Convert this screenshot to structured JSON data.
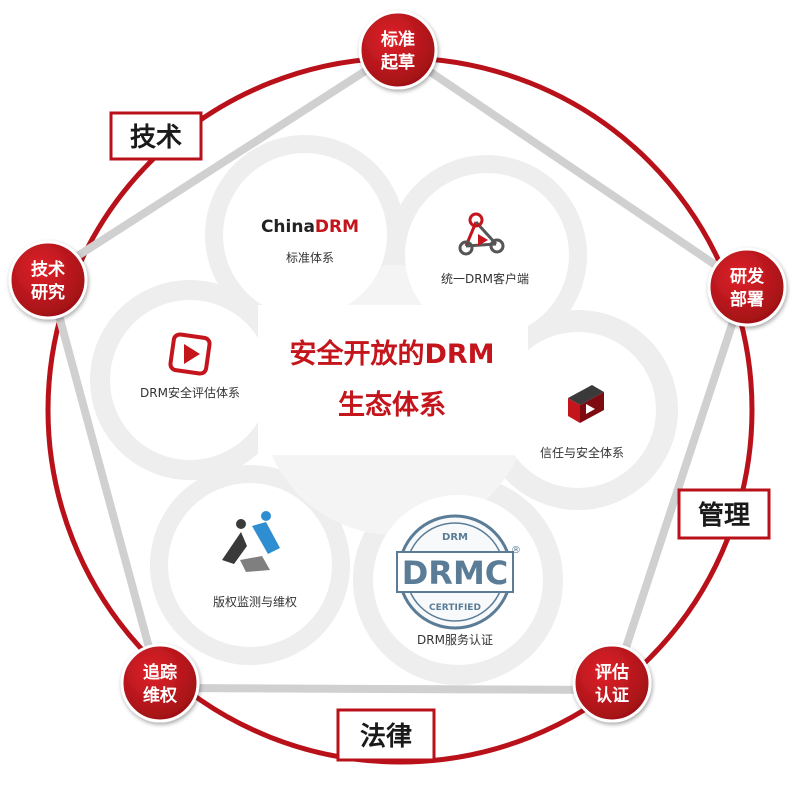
{
  "center": {
    "line1": "安全开放的DRM",
    "line2": "生态体系"
  },
  "nodes": [
    {
      "line1": "标准",
      "line2": "起草"
    },
    {
      "line1": "研发",
      "line2": "部署"
    },
    {
      "line1": "评估",
      "line2": "认证"
    },
    {
      "line1": "追踪",
      "line2": "维权"
    },
    {
      "line1": "技术",
      "line2": "研究"
    }
  ],
  "categories": {
    "tech": "技术",
    "management": "管理",
    "law": "法律"
  },
  "petals": {
    "standard": {
      "logo_prefix": "China",
      "logo_suffix": "DRM",
      "label": "标准体系"
    },
    "client": {
      "label": "统一DRM客户端"
    },
    "trust": {
      "label": "信任与安全体系"
    },
    "certification": {
      "badge_top": "DRM",
      "badge_main": "DRMC",
      "badge_reg": "®",
      "badge_bottom": "CERTIFIED",
      "label": "DRM服务认证"
    },
    "monitoring": {
      "label": "版权监测与维权"
    },
    "evaluation": {
      "label": "DRM安全评估体系"
    }
  },
  "colors": {
    "brand_red": "#c4151c",
    "dark_red": "#9b0f14",
    "petal_gray": "#ececec",
    "line_gray": "#cccccc",
    "badge_blue": "#5a7c96"
  },
  "icons": {
    "client": "connected-nodes-icon",
    "trust": "shield-play-icon",
    "monitoring": "people-share-icon",
    "evaluation": "play-icon"
  }
}
